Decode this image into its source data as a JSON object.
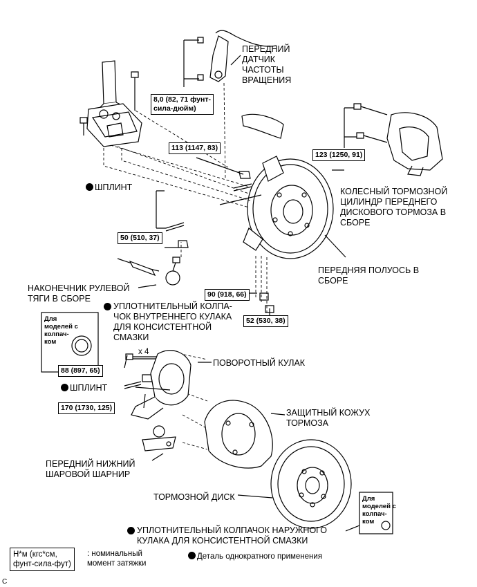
{
  "labels": {
    "front_speed_sensor": "ПЕРЕДНИЙ\nДАТЧИК\nЧАСТОТЫ\nВРАЩЕНИЯ",
    "cotter_pin_upper": "ШПЛИНТ",
    "caliper_assembly": "КОЛЕСНЫЙ ТОРМОЗНОЙ\nЦИЛИНДР ПЕРЕДНЕГО\nДИСКОВОГО ТОРМОЗА В\nСБОРЕ",
    "axle_hub": "ПЕРЕДНЯЯ ПОЛУОСЬ В\nСБОРЕ",
    "tie_rod_end": "НАКОНЕЧНИК РУЛЕВОЙ\nТЯГИ В СБОРЕ",
    "inner_grease_cap": "УПЛОТНИТЕЛЬНЫЙ КОЛПА-\nЧОК ВНУТРЕННЕГО КУЛАКА\nДЛЯ КОНСИСТЕНТНОЙ\nСМАЗКИ",
    "steering_knuckle": "ПОВОРОТНЫЙ КУЛАК",
    "cotter_pin_lower": "ШПЛИНТ",
    "dust_cover": "ЗАЩИТНЫЙ КОЖУХ\nТОРМОЗА",
    "lower_ball_joint": "ПЕРЕДНИЙ НИЖНИЙ\nШАРОВОЙ ШАРНИР",
    "brake_disc": "ТОРМОЗНОЙ ДИСК",
    "outer_grease_cap": "УПЛОТНИТЕЛЬНЫЙ КОЛПАЧОК НАРУЖНОГО\nКУЛАКА ДЛЯ КОНСИСТЕНТНОЙ СМАЗКИ",
    "models_with_cap_1": "Для\nмоделей с\nколпач-\nком",
    "models_with_cap_2": "Для\nмоделей с\nколпач-\nком",
    "times_four": "x 4",
    "corner_code": "C"
  },
  "torques": {
    "sensor": "8,0 (82, 71 фунт-\nсила-дюйм)",
    "t113": "113 (1147, 83)",
    "t123": "123 (1250, 91)",
    "t50": "50 (510, 37)",
    "t90": "90 (918, 66)",
    "t52": "52 (530, 38)",
    "t88": "88 (897, 65)",
    "t170": "170 (1730, 125)"
  },
  "legend": {
    "unit_box": "Н*м (кгс*см,\nфунт-сила-фут)",
    "unit_desc": ": номинальный\nмомент затяжки",
    "single_use": "Деталь однократного применения"
  }
}
